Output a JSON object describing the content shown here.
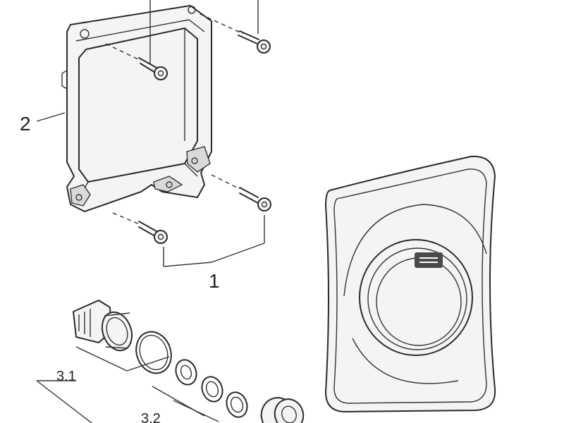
{
  "callouts": {
    "screws": "1",
    "frame": "2",
    "cartridge": "3.1",
    "seals": "3.2"
  },
  "colors": {
    "line": "#2a2a2a",
    "part_fill": "#f4f4f4",
    "shade": "#d9d9d9",
    "logo_bg": "#4a4a4a"
  }
}
